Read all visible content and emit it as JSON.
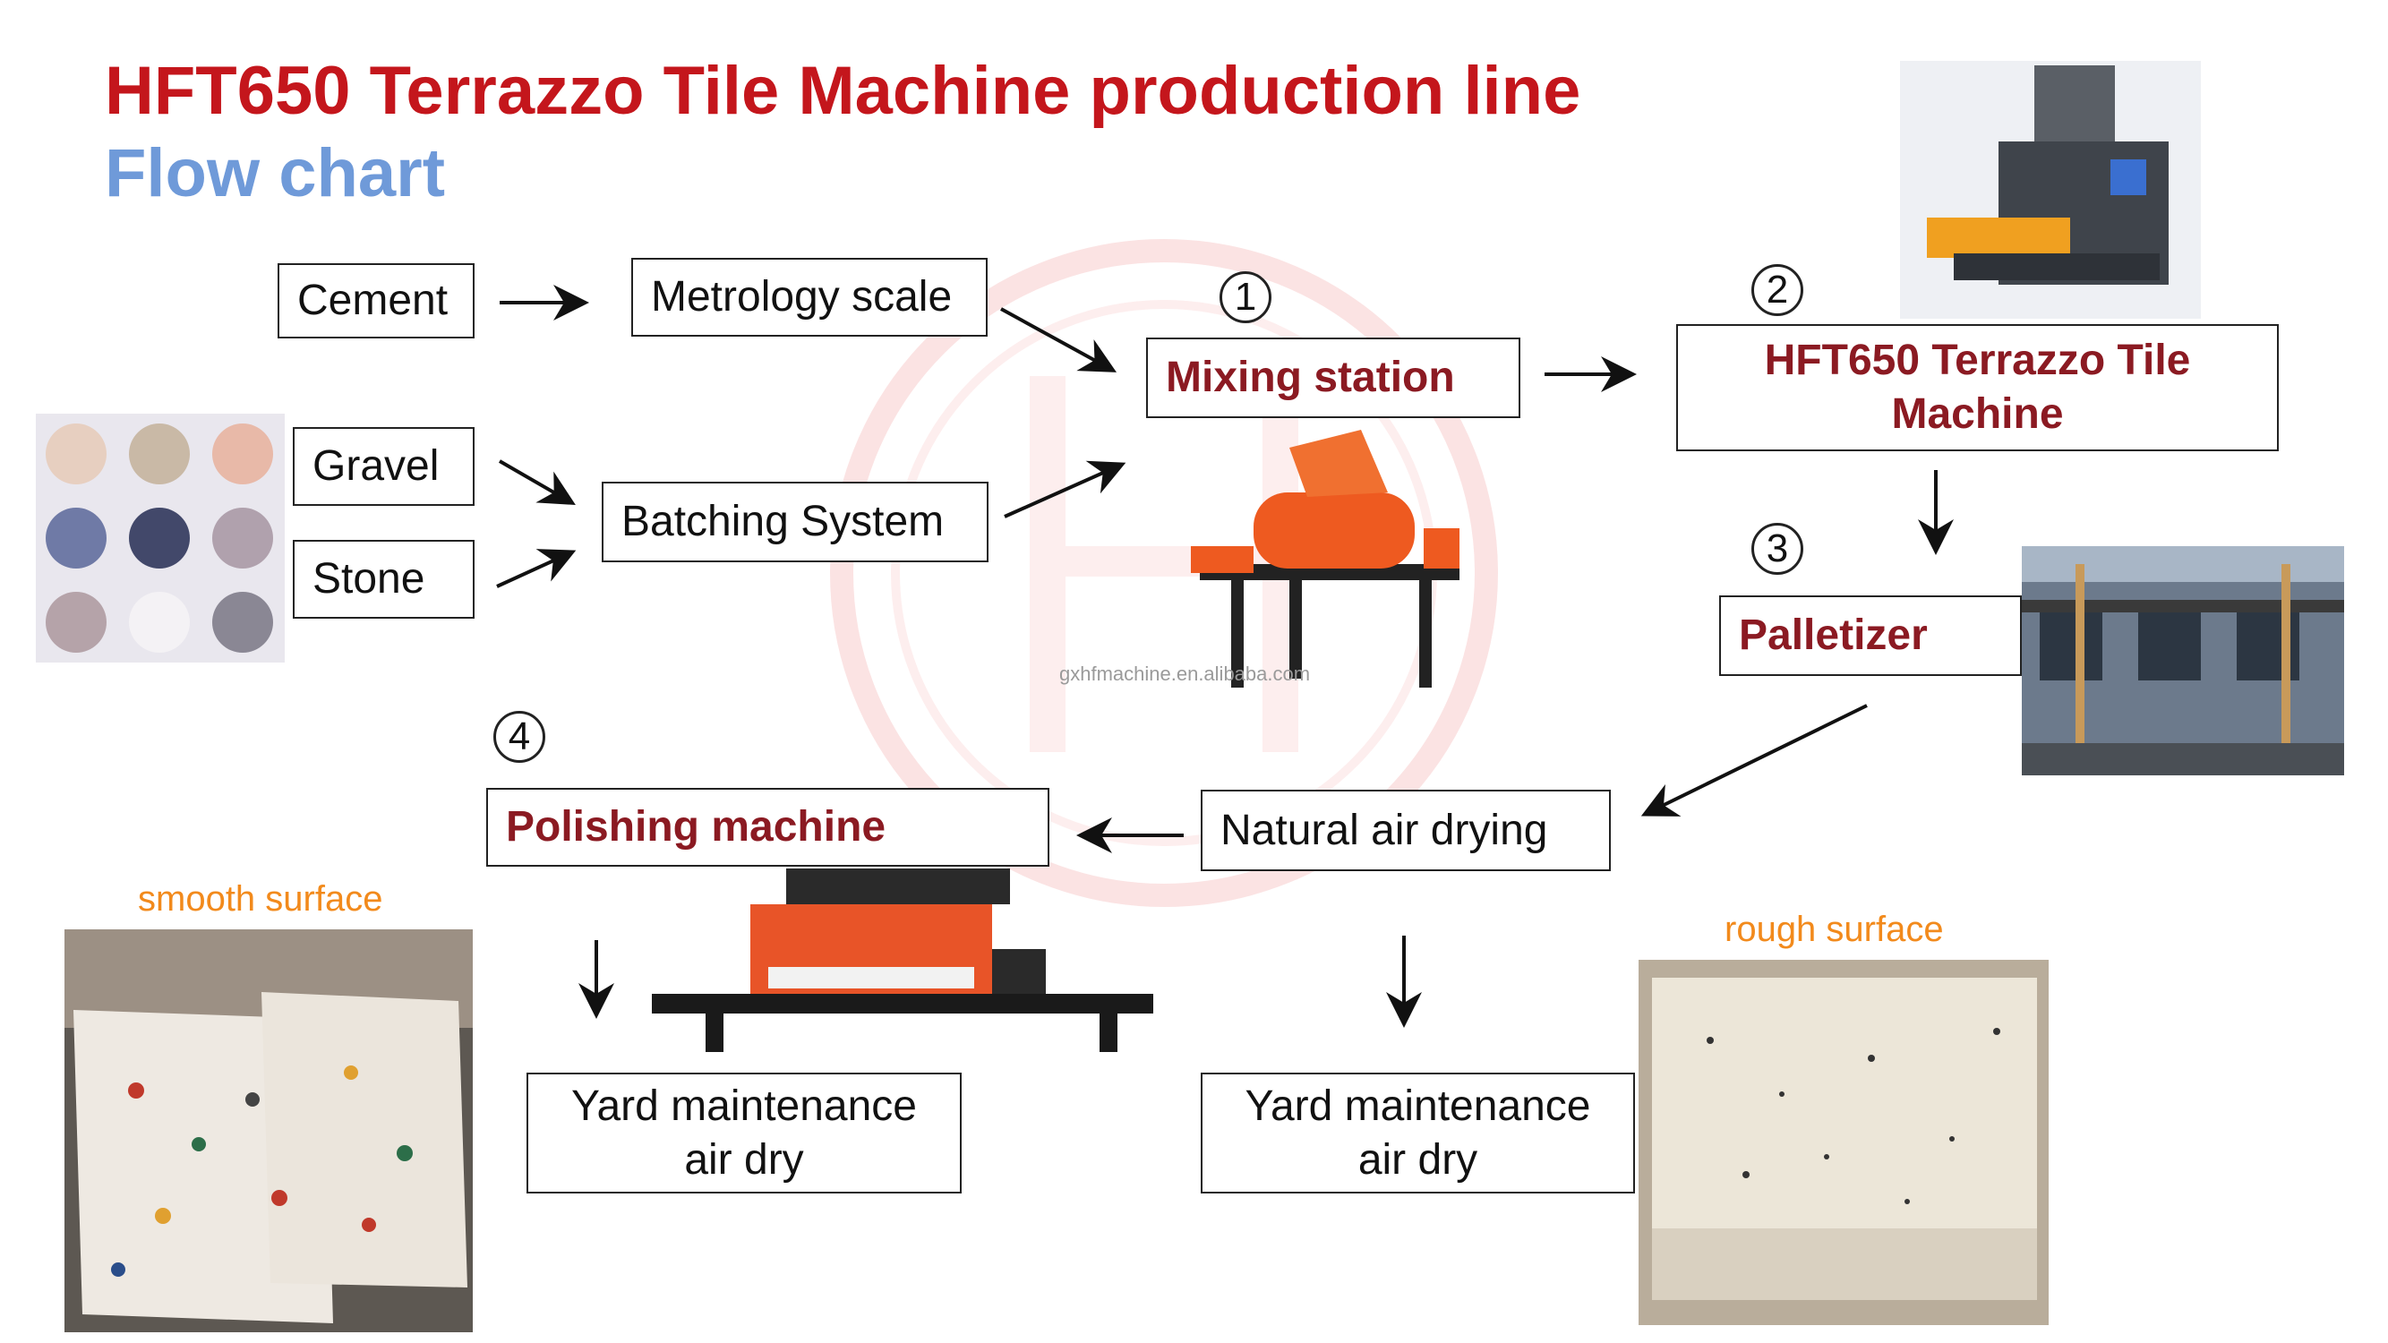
{
  "header": {
    "title": "HFT650 Terrazzo Tile Machine production line",
    "subtitle": "Flow chart"
  },
  "nodes": {
    "cement": "Cement",
    "metrology_scale": "Metrology scale",
    "gravel": "Gravel",
    "stone": "Stone",
    "batching_system": "Batching System",
    "mixing_station": "Mixing station",
    "tile_machine_line1": "HFT650 Terrazzo Tile",
    "tile_machine_line2": "Machine",
    "palletizer": "Palletizer",
    "natural_air_drying": "Natural air drying",
    "polishing_machine": "Polishing machine",
    "yard_left_line1": "Yard maintenance",
    "yard_left_line2": "air dry",
    "yard_right_line1": "Yard maintenance",
    "yard_right_line2": "air dry"
  },
  "steps": {
    "step1": "1",
    "step2": "2",
    "step3": "3",
    "step4": "4"
  },
  "labels": {
    "smooth_surface": "smooth surface",
    "rough_surface": "rough surface",
    "watermark": "gxhfmachine.en.alibaba.com"
  },
  "colors": {
    "title": "#c4161c",
    "subtitle": "#6f9ad9",
    "node_highlight": "#8b1a22",
    "surface_label": "#f28a1c"
  }
}
